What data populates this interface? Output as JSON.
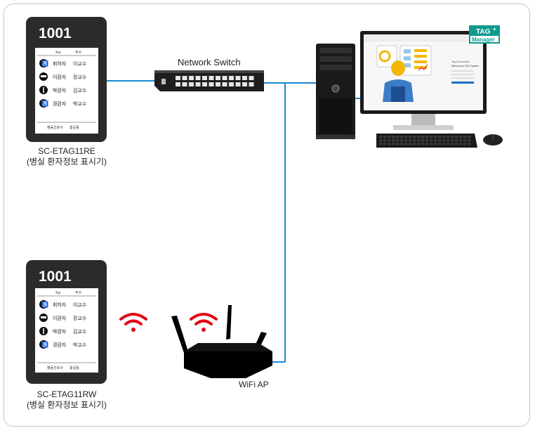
{
  "colors": {
    "link_line": "#1b8ad3",
    "wifi_red": "#e30613",
    "device_dark": "#2b2b2b",
    "tag_badge": "#0e9a8e"
  },
  "devices": [
    {
      "number": "1001",
      "model": "SC-ETAG11RE",
      "desc": "(병실 환자정보 표시기)",
      "header_cols": [
        "%a",
        "주수"
      ],
      "rows": [
        {
          "icon": "wheelchair-icon",
          "name": "휘하자",
          "doctor": "이교수"
        },
        {
          "icon": "bed-icon",
          "name": "이환자",
          "doctor": "장교수"
        },
        {
          "icon": "walking-icon",
          "name": "박환자",
          "doctor": "김교수"
        },
        {
          "icon": "wheelchair-icon",
          "name": "경환자",
          "doctor": "박교수"
        }
      ],
      "footer": [
        "병동간호사",
        "홍길동"
      ]
    },
    {
      "number": "1001",
      "model": "SC-ETAG11RW",
      "desc": "(병실 환자정보 표시기)",
      "header_cols": [
        "%a",
        "주수"
      ],
      "rows": [
        {
          "icon": "wheelchair-icon",
          "name": "휘하자",
          "doctor": "이교수"
        },
        {
          "icon": "bed-icon",
          "name": "이환자",
          "doctor": "장교수"
        },
        {
          "icon": "walking-icon",
          "name": "박환자",
          "doctor": "김교수"
        },
        {
          "icon": "wheelchair-icon",
          "name": "경환자",
          "doctor": "박교수"
        }
      ],
      "footer": [
        "병동간호사",
        "홍길동"
      ]
    }
  ],
  "network_switch": {
    "label": "Network Switch"
  },
  "wifi_ap": {
    "label": "WiFi AP"
  },
  "tag_manager": {
    "badge_top": "TAG",
    "badge_bottom": "Manager"
  },
  "monitor_screen": {
    "line1": "Tag Commander",
    "line2": "Welcome to TAG System"
  }
}
